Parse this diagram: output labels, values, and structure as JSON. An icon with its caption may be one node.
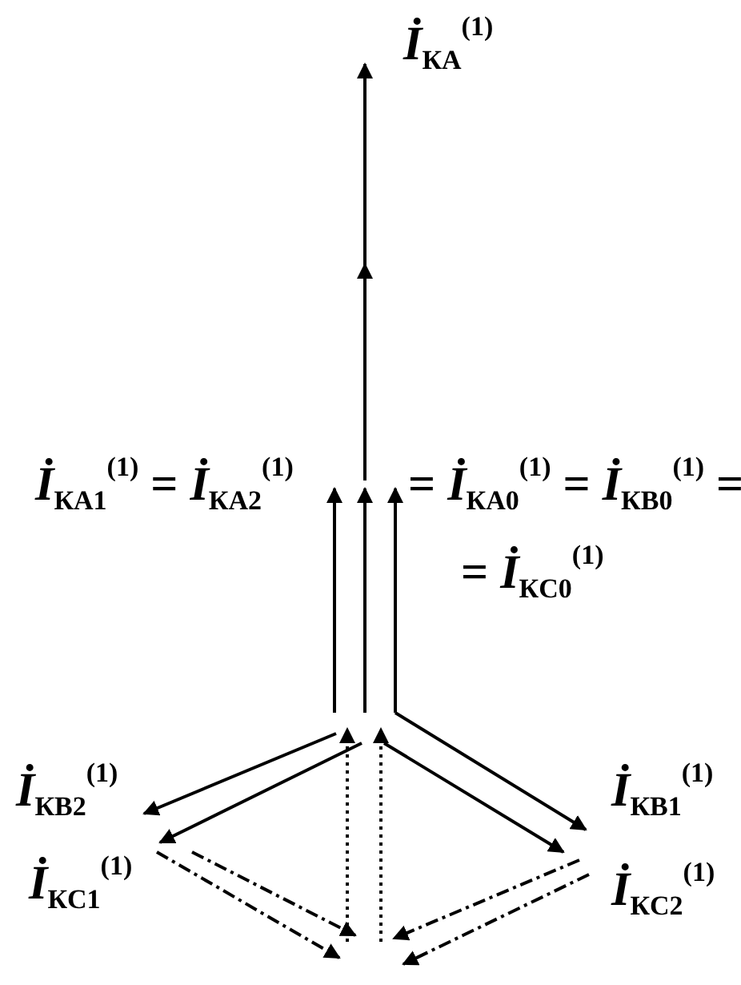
{
  "diagram": {
    "labels": [
      "*İ*$_{КA}$$^{(1)}$",
      "*İ*$_{КA1}$$^{(1)}$ = *İ*$_{КA2}$$^{(1)}$",
      "= *İ*$_{КA0}$$^{(1)}$ = *İ*$_{КB0}$$^{(1)}$ =",
      "= *İ*$_{КC0}$$^{(1)}$",
      "*İ*$_{КB2}$$^{(1)}$",
      "*İ*$_{КB1}$$^{(1)}$",
      "*İ*$_{КC1}$$^{(1)}$",
      "*İ*$_{КC2}$$^{(1)}$"
    ]
  }
}
